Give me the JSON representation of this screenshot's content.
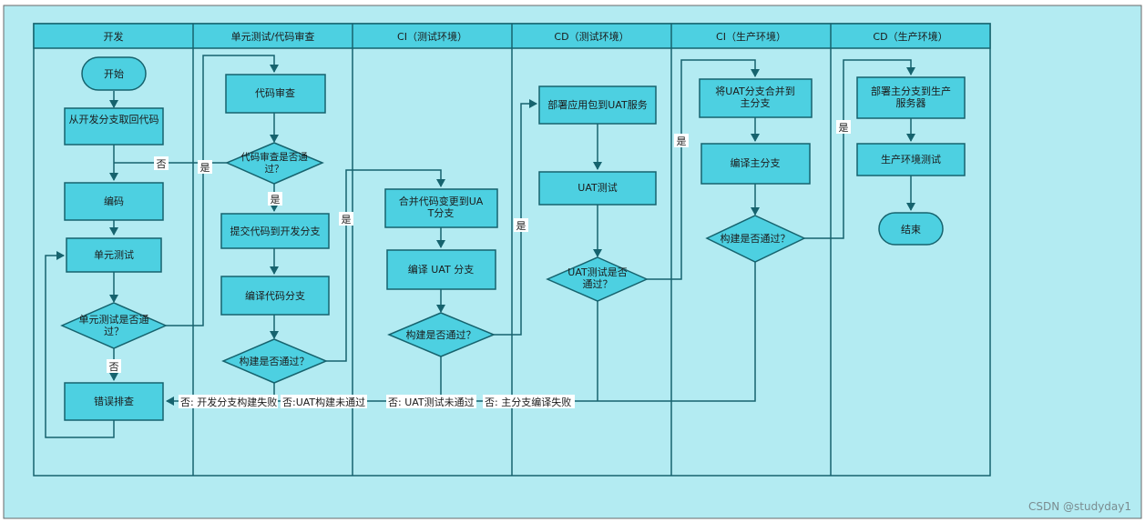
{
  "colors": {
    "canvas_bg": "#b3ebf2",
    "node_fill": "#4dd0e1",
    "stroke": "#16636e",
    "text": "#1b1b1b",
    "watermark": "#7a8c90"
  },
  "lanes": [
    {
      "id": "dev",
      "title": "开发"
    },
    {
      "id": "review",
      "title": "单元测试/代码审查"
    },
    {
      "id": "ci-test",
      "title": "CI（测试环境）"
    },
    {
      "id": "cd-test",
      "title": "CD（测试环境）"
    },
    {
      "id": "ci-prod",
      "title": "CI（生产环境）"
    },
    {
      "id": "cd-prod",
      "title": "CD（生产环境）"
    }
  ],
  "nodes": {
    "start": {
      "label": "开始"
    },
    "fetch": {
      "label": "从开发分支取回代码"
    },
    "code": {
      "label": "编码"
    },
    "unit": {
      "label": "单元测试"
    },
    "unit_pass": {
      "label": "单元测试是否通过？"
    },
    "bug": {
      "label": "错误排查"
    },
    "review": {
      "label": "代码审查"
    },
    "review_pass": {
      "label": "代码审查是否通过？"
    },
    "commit": {
      "label": "提交代码到开发分支"
    },
    "compile_dev": {
      "label": "编译代码分支"
    },
    "build1_pass": {
      "label": "构建是否通过？"
    },
    "merge_uat": {
      "label": "合并代码变更到UAT分支"
    },
    "compile_uat": {
      "label": "编译 UAT 分支"
    },
    "build2_pass": {
      "label": "构建是否通过？"
    },
    "deploy_uat": {
      "label": "部署应用包到UAT服务"
    },
    "uat_test": {
      "label": "UAT测试"
    },
    "uat_pass": {
      "label": "UAT测试是否通过？"
    },
    "merge_main": {
      "label": "将UAT分支合并到主分支"
    },
    "compile_main": {
      "label": "编译主分支"
    },
    "build3_pass": {
      "label": "构建是否通过？"
    },
    "deploy_prod": {
      "label": "部署主分支到生产服务器"
    },
    "prod_test": {
      "label": "生产环境测试"
    },
    "end": {
      "label": "结束"
    }
  },
  "edge_labels": {
    "yes": "是",
    "no": "否",
    "fail_dev_build": "否: 开发分支构建失败",
    "fail_uat_build": "否:UAT构建未通过",
    "fail_uat_test": "否: UAT测试未通过",
    "fail_main_build": "否: 主分支编译失败"
  },
  "watermark": "CSDN @studyday1"
}
